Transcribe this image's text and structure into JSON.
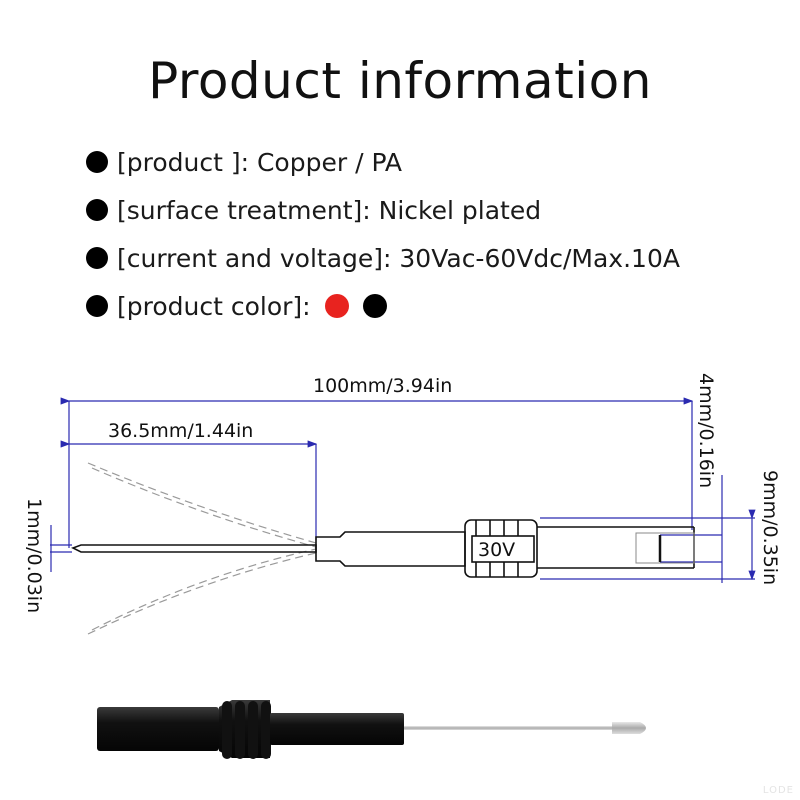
{
  "title": "Product information",
  "specs": [
    {
      "label": "[product ]: Copper / PA"
    },
    {
      "label": "[surface treatment]: Nickel plated"
    },
    {
      "label": "[current and voltage]: 30Vac-60Vdc/Max.10A"
    },
    {
      "label": "[product color]:"
    }
  ],
  "product_colors": [
    "#e8231f",
    "#000000"
  ],
  "dimensions": {
    "total_length": "100mm/3.94in",
    "needle_length": "36.5mm/1.44in",
    "needle_diameter": "1mm/0.03in",
    "socket_diameter": "4mm/0.16in",
    "body_diameter": "9mm/0.35in",
    "marking": "30V"
  },
  "colors": {
    "dimension_line": "#2a2ab0",
    "outline": "#111111",
    "dashed": "#9a9a9a"
  },
  "watermark": "LODE"
}
